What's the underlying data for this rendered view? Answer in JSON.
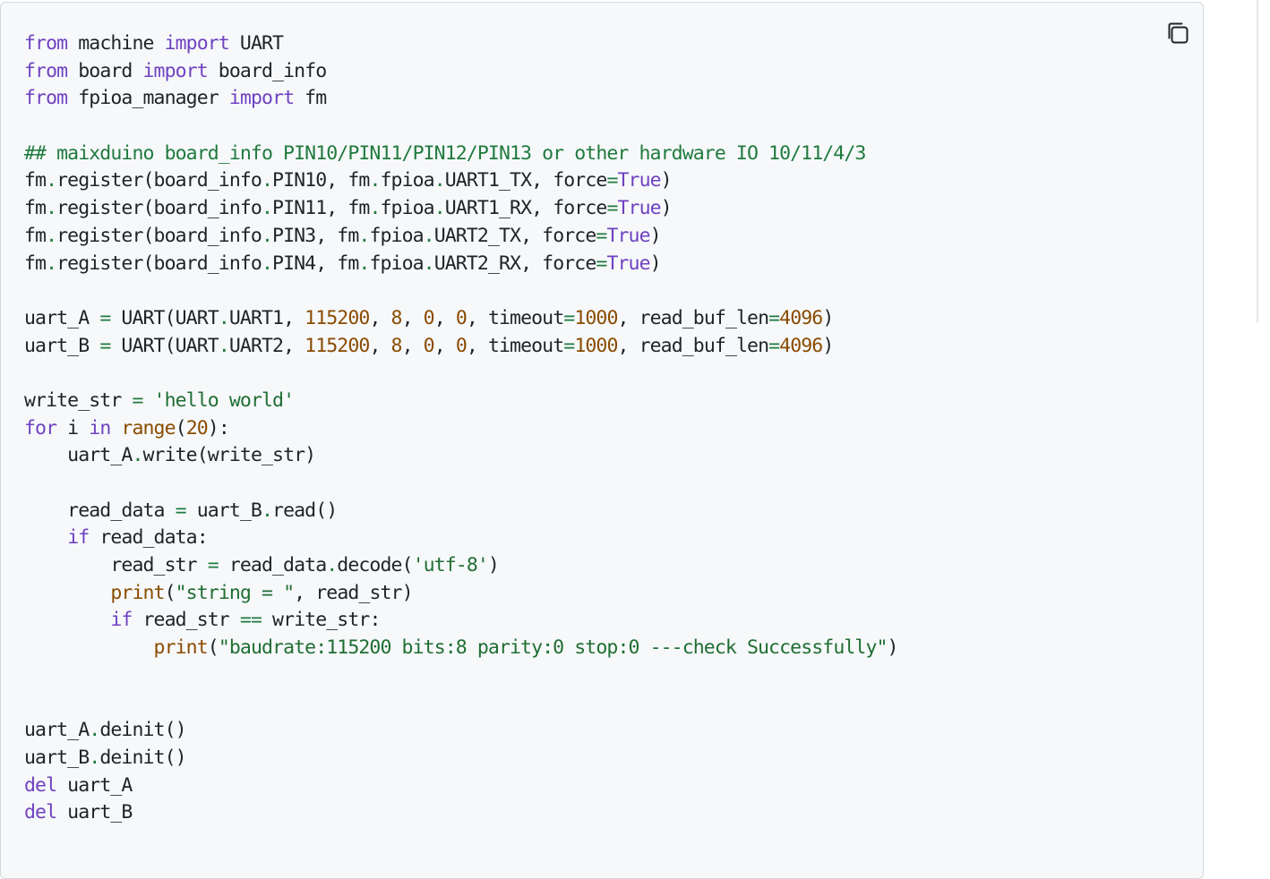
{
  "code_block": {
    "language": "python",
    "copy_button_icon": "copy-icon",
    "lines": [
      [
        {
          "t": "from",
          "c": "kw"
        },
        {
          "t": " machine ",
          "c": "id"
        },
        {
          "t": "import",
          "c": "kw"
        },
        {
          "t": " UART",
          "c": "id"
        }
      ],
      [
        {
          "t": "from",
          "c": "kw"
        },
        {
          "t": " board ",
          "c": "id"
        },
        {
          "t": "import",
          "c": "kw"
        },
        {
          "t": " board_info",
          "c": "id"
        }
      ],
      [
        {
          "t": "from",
          "c": "kw"
        },
        {
          "t": " fpioa_manager ",
          "c": "id"
        },
        {
          "t": "import",
          "c": "kw"
        },
        {
          "t": " fm",
          "c": "id"
        }
      ],
      [],
      [
        {
          "t": "## maixduino board_info PIN10/PIN11/PIN12/PIN13 or other hardware IO 10/11/4/3",
          "c": "cm"
        }
      ],
      [
        {
          "t": "fm",
          "c": "id"
        },
        {
          "t": ".",
          "c": "op"
        },
        {
          "t": "register(board_info",
          "c": "id"
        },
        {
          "t": ".",
          "c": "op"
        },
        {
          "t": "PIN10, fm",
          "c": "id"
        },
        {
          "t": ".",
          "c": "op"
        },
        {
          "t": "fpioa",
          "c": "id"
        },
        {
          "t": ".",
          "c": "op"
        },
        {
          "t": "UART1_TX, force",
          "c": "id"
        },
        {
          "t": "=",
          "c": "op"
        },
        {
          "t": "True",
          "c": "bi"
        },
        {
          "t": ")",
          "c": "id"
        }
      ],
      [
        {
          "t": "fm",
          "c": "id"
        },
        {
          "t": ".",
          "c": "op"
        },
        {
          "t": "register(board_info",
          "c": "id"
        },
        {
          "t": ".",
          "c": "op"
        },
        {
          "t": "PIN11, fm",
          "c": "id"
        },
        {
          "t": ".",
          "c": "op"
        },
        {
          "t": "fpioa",
          "c": "id"
        },
        {
          "t": ".",
          "c": "op"
        },
        {
          "t": "UART1_RX, force",
          "c": "id"
        },
        {
          "t": "=",
          "c": "op"
        },
        {
          "t": "True",
          "c": "bi"
        },
        {
          "t": ")",
          "c": "id"
        }
      ],
      [
        {
          "t": "fm",
          "c": "id"
        },
        {
          "t": ".",
          "c": "op"
        },
        {
          "t": "register(board_info",
          "c": "id"
        },
        {
          "t": ".",
          "c": "op"
        },
        {
          "t": "PIN3, fm",
          "c": "id"
        },
        {
          "t": ".",
          "c": "op"
        },
        {
          "t": "fpioa",
          "c": "id"
        },
        {
          "t": ".",
          "c": "op"
        },
        {
          "t": "UART2_TX, force",
          "c": "id"
        },
        {
          "t": "=",
          "c": "op"
        },
        {
          "t": "True",
          "c": "bi"
        },
        {
          "t": ")",
          "c": "id"
        }
      ],
      [
        {
          "t": "fm",
          "c": "id"
        },
        {
          "t": ".",
          "c": "op"
        },
        {
          "t": "register(board_info",
          "c": "id"
        },
        {
          "t": ".",
          "c": "op"
        },
        {
          "t": "PIN4, fm",
          "c": "id"
        },
        {
          "t": ".",
          "c": "op"
        },
        {
          "t": "fpioa",
          "c": "id"
        },
        {
          "t": ".",
          "c": "op"
        },
        {
          "t": "UART2_RX, force",
          "c": "id"
        },
        {
          "t": "=",
          "c": "op"
        },
        {
          "t": "True",
          "c": "bi"
        },
        {
          "t": ")",
          "c": "id"
        }
      ],
      [],
      [
        {
          "t": "uart_A ",
          "c": "id"
        },
        {
          "t": "=",
          "c": "op"
        },
        {
          "t": " UART(UART",
          "c": "id"
        },
        {
          "t": ".",
          "c": "op"
        },
        {
          "t": "UART1, ",
          "c": "id"
        },
        {
          "t": "115200",
          "c": "nm"
        },
        {
          "t": ", ",
          "c": "id"
        },
        {
          "t": "8",
          "c": "nm"
        },
        {
          "t": ", ",
          "c": "id"
        },
        {
          "t": "0",
          "c": "nm"
        },
        {
          "t": ", ",
          "c": "id"
        },
        {
          "t": "0",
          "c": "nm"
        },
        {
          "t": ", timeout",
          "c": "id"
        },
        {
          "t": "=",
          "c": "op"
        },
        {
          "t": "1000",
          "c": "nm"
        },
        {
          "t": ", read_buf_len",
          "c": "id"
        },
        {
          "t": "=",
          "c": "op"
        },
        {
          "t": "4096",
          "c": "nm"
        },
        {
          "t": ")",
          "c": "id"
        }
      ],
      [
        {
          "t": "uart_B ",
          "c": "id"
        },
        {
          "t": "=",
          "c": "op"
        },
        {
          "t": " UART(UART",
          "c": "id"
        },
        {
          "t": ".",
          "c": "op"
        },
        {
          "t": "UART2, ",
          "c": "id"
        },
        {
          "t": "115200",
          "c": "nm"
        },
        {
          "t": ", ",
          "c": "id"
        },
        {
          "t": "8",
          "c": "nm"
        },
        {
          "t": ", ",
          "c": "id"
        },
        {
          "t": "0",
          "c": "nm"
        },
        {
          "t": ", ",
          "c": "id"
        },
        {
          "t": "0",
          "c": "nm"
        },
        {
          "t": ", timeout",
          "c": "id"
        },
        {
          "t": "=",
          "c": "op"
        },
        {
          "t": "1000",
          "c": "nm"
        },
        {
          "t": ", read_buf_len",
          "c": "id"
        },
        {
          "t": "=",
          "c": "op"
        },
        {
          "t": "4096",
          "c": "nm"
        },
        {
          "t": ")",
          "c": "id"
        }
      ],
      [],
      [
        {
          "t": "write_str ",
          "c": "id"
        },
        {
          "t": "=",
          "c": "op"
        },
        {
          "t": " ",
          "c": "id"
        },
        {
          "t": "'hello world'",
          "c": "st"
        }
      ],
      [
        {
          "t": "for",
          "c": "kw"
        },
        {
          "t": " i ",
          "c": "id"
        },
        {
          "t": "in",
          "c": "kw"
        },
        {
          "t": " ",
          "c": "id"
        },
        {
          "t": "range",
          "c": "fn"
        },
        {
          "t": "(",
          "c": "id"
        },
        {
          "t": "20",
          "c": "nm"
        },
        {
          "t": "):",
          "c": "id"
        }
      ],
      [
        {
          "t": "    uart_A",
          "c": "id"
        },
        {
          "t": ".",
          "c": "op"
        },
        {
          "t": "write(write_str)",
          "c": "id"
        }
      ],
      [],
      [
        {
          "t": "    read_data ",
          "c": "id"
        },
        {
          "t": "=",
          "c": "op"
        },
        {
          "t": " uart_B",
          "c": "id"
        },
        {
          "t": ".",
          "c": "op"
        },
        {
          "t": "read()",
          "c": "id"
        }
      ],
      [
        {
          "t": "    ",
          "c": "id"
        },
        {
          "t": "if",
          "c": "kw"
        },
        {
          "t": " read_data:",
          "c": "id"
        }
      ],
      [
        {
          "t": "        read_str ",
          "c": "id"
        },
        {
          "t": "=",
          "c": "op"
        },
        {
          "t": " read_data",
          "c": "id"
        },
        {
          "t": ".",
          "c": "op"
        },
        {
          "t": "decode(",
          "c": "id"
        },
        {
          "t": "'utf-8'",
          "c": "st"
        },
        {
          "t": ")",
          "c": "id"
        }
      ],
      [
        {
          "t": "        ",
          "c": "id"
        },
        {
          "t": "print",
          "c": "fn"
        },
        {
          "t": "(",
          "c": "id"
        },
        {
          "t": "\"string = \"",
          "c": "st"
        },
        {
          "t": ", read_str)",
          "c": "id"
        }
      ],
      [
        {
          "t": "        ",
          "c": "id"
        },
        {
          "t": "if",
          "c": "kw"
        },
        {
          "t": " read_str ",
          "c": "id"
        },
        {
          "t": "==",
          "c": "op"
        },
        {
          "t": " write_str:",
          "c": "id"
        }
      ],
      [
        {
          "t": "            ",
          "c": "id"
        },
        {
          "t": "print",
          "c": "fn"
        },
        {
          "t": "(",
          "c": "id"
        },
        {
          "t": "\"baudrate:115200 bits:8 parity:0 stop:0 ---check Successfully\"",
          "c": "st"
        },
        {
          "t": ")",
          "c": "id"
        }
      ],
      [],
      [],
      [
        {
          "t": "uart_A",
          "c": "id"
        },
        {
          "t": ".",
          "c": "op"
        },
        {
          "t": "deinit()",
          "c": "id"
        }
      ],
      [
        {
          "t": "uart_B",
          "c": "id"
        },
        {
          "t": ".",
          "c": "op"
        },
        {
          "t": "deinit()",
          "c": "id"
        }
      ],
      [
        {
          "t": "del",
          "c": "kw"
        },
        {
          "t": " uart_A",
          "c": "id"
        }
      ],
      [
        {
          "t": "del",
          "c": "kw"
        },
        {
          "t": " uart_B",
          "c": "id"
        }
      ]
    ]
  }
}
